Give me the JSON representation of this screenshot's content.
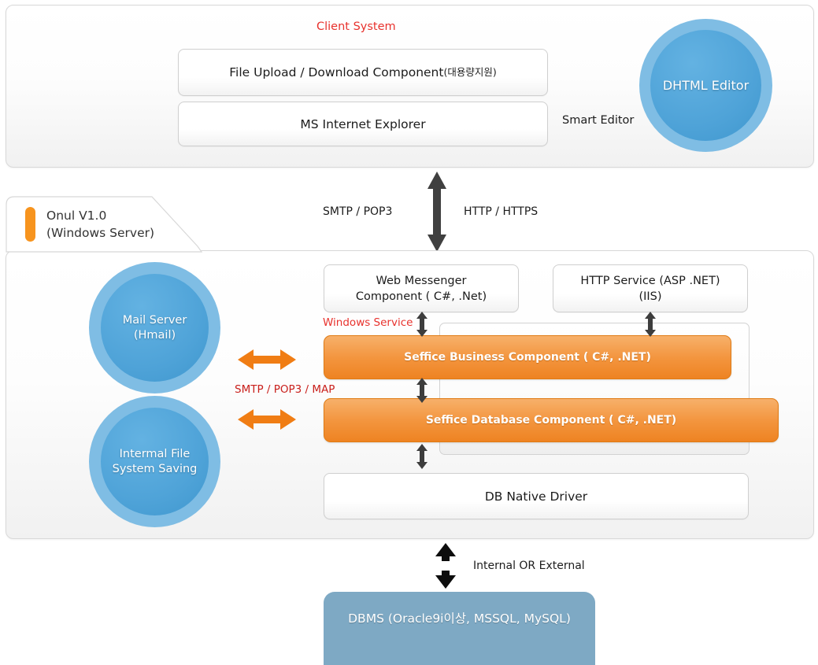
{
  "diagram": {
    "title_note": "System architecture diagram",
    "client": {
      "section_label": "Client System",
      "boxes": [
        {
          "name": "file-upload-download",
          "text": "File Upload / Download Component ",
          "suffix_ko": "(대용량지원)"
        },
        {
          "name": "ms-internet-explorer",
          "text": "MS Internet Explorer"
        }
      ],
      "smart_editor_label": "Smart Editor",
      "editor_circle": "DHTML Editor"
    },
    "connectors": {
      "client_to_server_left": "SMTP / POP3",
      "client_to_server_right": "HTTP / HTTPS",
      "windows_service": "Windows Service",
      "mail_protocol": "SMTP / POP3 / MAP",
      "db_connection": "Internal OR External"
    },
    "server": {
      "tab_title": "Onul V1.0\n(Windows Server)",
      "circles": [
        {
          "name": "mail-server",
          "text": "Mail Server\n(Hmail)"
        },
        {
          "name": "internal-file-system",
          "text": "Intermal File\nSystem Saving"
        }
      ],
      "service_boxes": [
        {
          "name": "web-messenger",
          "text": "Web Messenger\nComponent ( C#, .Net)"
        },
        {
          "name": "http-service",
          "text": "HTTP Service (ASP .NET)\n(IIS)"
        }
      ],
      "components": [
        {
          "name": "business-component",
          "text": "Seffice Business Component ( C#, .NET)"
        },
        {
          "name": "database-component",
          "text": "Seffice Database Component ( C#, .NET)"
        }
      ],
      "driver_box": "DB Native Driver"
    },
    "database": {
      "label": "DBMS (Oracle9i이상, MSSQL, MySQL)"
    },
    "colors": {
      "accent_orange": "#F7941E",
      "component_orange": "#F3953E",
      "circle_blue": "#4FA3D8",
      "circle_ring": "#7FBDE4",
      "dbms_blue": "#7EA9C4",
      "label_red": "#E8322D",
      "arrow_dark": "#404040",
      "panel_border": "#d8d8d8"
    }
  }
}
